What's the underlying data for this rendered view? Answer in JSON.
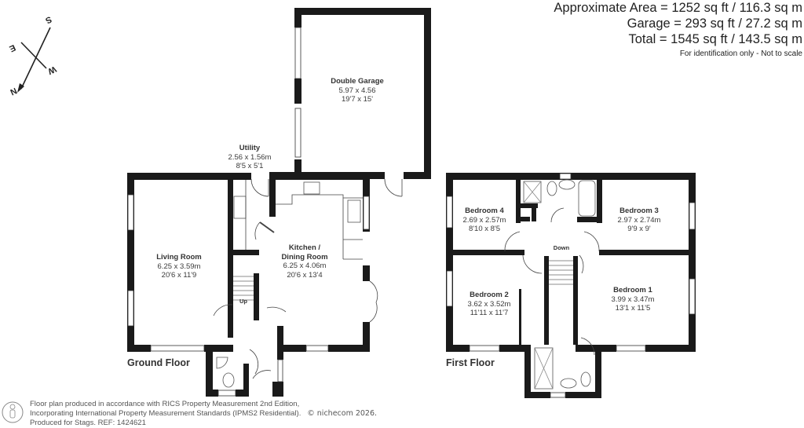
{
  "area_summary": {
    "approximate_area": "Approximate Area = 1252 sq ft / 116.3 sq m",
    "garage": "Garage = 293 sq ft / 27.2 sq m",
    "total": "Total = 1545 sq ft / 143.5 sq m",
    "note": "For identification only - Not to scale"
  },
  "compass": {
    "north": "N",
    "south": "S",
    "east": "E",
    "west": "W"
  },
  "ground_floor": {
    "label": "Ground Floor",
    "stairs_label": "Up",
    "rooms": [
      {
        "name": "Double Garage",
        "metric": "5.97 x 4.56",
        "imperial": "19'7 x 15'"
      },
      {
        "name": "Utility",
        "metric": "2.56 x 1.56m",
        "imperial": "8'5 x 5'1"
      },
      {
        "name": "Living Room",
        "metric": "6.25 x 3.59m",
        "imperial": "20'6 x 11'9"
      },
      {
        "name": "Kitchen /",
        "name2": "Dining Room",
        "metric": "6.25 x 4.06m",
        "imperial": "20'6 x 13'4"
      }
    ]
  },
  "first_floor": {
    "label": "First Floor",
    "stairs_label": "Down",
    "rooms": [
      {
        "name": "Bedroom 4",
        "metric": "2.69 x 2.57m",
        "imperial": "8'10 x 8'5"
      },
      {
        "name": "Bedroom 3",
        "metric": "2.97 x 2.74m",
        "imperial": "9'9 x 9'"
      },
      {
        "name": "Bedroom 2",
        "metric": "3.62 x 3.52m",
        "imperial": "11'11 x 11'7"
      },
      {
        "name": "Bedroom 1",
        "metric": "3.99 x 3.47m",
        "imperial": "13'1 x 11'5"
      }
    ]
  },
  "footer": {
    "line1": "Floor plan produced in accordance with RICS Property Measurement 2nd Edition,",
    "line2": "Incorporating International Property Measurement Standards (IPMS2 Residential).",
    "copyright": "© nichecom 2026.",
    "line3": "Produced for Stags.   REF: 1424621"
  },
  "colors": {
    "wall": "#1a1a1a",
    "text": "#333333",
    "background": "#ffffff",
    "fixture": "#555555"
  }
}
